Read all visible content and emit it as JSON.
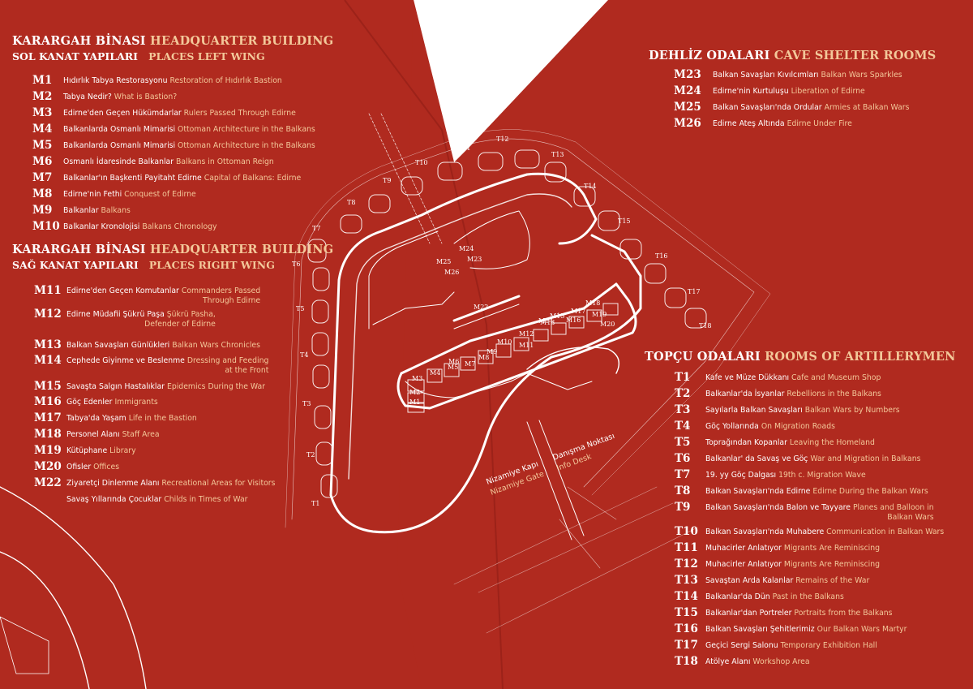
{
  "colors": {
    "background": "#b02a1f",
    "white": "#ffffff",
    "english": "#f3c89a"
  },
  "sections": {
    "left_wing": {
      "title_tr": "KARARGAH BİNASI",
      "title_en": "HEADQUARTER BUILDING",
      "sub_tr": "SOL KANAT YAPILARI",
      "sub_en": "PLACES LEFT WING",
      "items": [
        {
          "code": "M1",
          "tr": "Hıdırlık Tabya Restorasyonu",
          "en": "Restoration of Hıdırlık Bastion"
        },
        {
          "code": "M2",
          "tr": "Tabya Nedir?",
          "en": "What is Bastion?"
        },
        {
          "code": "M3",
          "tr": "Edirne'den Geçen Hükümdarlar",
          "en": "Rulers Passed Through Edirne"
        },
        {
          "code": "M4",
          "tr": "Balkanlarda Osmanlı Mimarisi",
          "en": "Ottoman Architecture in the Balkans"
        },
        {
          "code": "M5",
          "tr": "Balkanlarda Osmanlı Mimarisi",
          "en": "Ottoman Architecture in the Balkans"
        },
        {
          "code": "M6",
          "tr": "Osmanlı İdaresinde Balkanlar",
          "en": "Balkans in Ottoman Reign"
        },
        {
          "code": "M7",
          "tr": "Balkanlar'ın Başkenti Payitaht Edirne",
          "en": "Capital of Balkans: Edirne"
        },
        {
          "code": "M8",
          "tr": "Edirne'nin Fethi",
          "en": "Conquest of Edirne"
        },
        {
          "code": "M9",
          "tr": "Balkanlar",
          "en": "Balkans"
        },
        {
          "code": "M10",
          "tr": "Balkanlar Kronolojisi",
          "en": "Balkans Chronology"
        }
      ]
    },
    "right_wing": {
      "title_tr": "KARARGAH BİNASI",
      "title_en": "HEADQUARTER BUILDING",
      "sub_tr": "SAĞ KANAT YAPILARI",
      "sub_en": "PLACES RIGHT WING",
      "items": [
        {
          "code": "M11",
          "tr": "Edirne'den Geçen Komutanlar",
          "en": "Commanders Passed",
          "en2": "Through Edirne"
        },
        {
          "code": "M12",
          "tr": "Edirne Müdafii Şükrü Paşa",
          "en": "Şükrü Pasha,",
          "en2": "Defender of Edirne"
        },
        {
          "code": "M13",
          "tr": "Balkan Savaşları Günlükleri",
          "en": "Balkan Wars Chronicles"
        },
        {
          "code": "M14",
          "tr": "Cephede Giyinme ve Beslenme",
          "en": "Dressing and Feeding",
          "en2": "at the Front"
        },
        {
          "code": "M15",
          "tr": "Savaşta Salgın Hastalıklar",
          "en": "Epidemics During the War"
        },
        {
          "code": "M16",
          "tr": "Göç Edenler",
          "en": "Immigrants"
        },
        {
          "code": "M17",
          "tr": "Tabya'da Yaşam",
          "en": "Life in the Bastion"
        },
        {
          "code": "M18",
          "tr": "Personel Alanı",
          "en": "Staff Area"
        },
        {
          "code": "M19",
          "tr": "Kütüphane",
          "en": "Library"
        },
        {
          "code": "M20",
          "tr": "Ofisler",
          "en": "Offices"
        },
        {
          "code": "M22",
          "tr": "Ziyaretçi Dinlenme Alanı",
          "en": "Recreational Areas for Visitors"
        },
        {
          "code": "",
          "tr": "Savaş Yıllarında Çocuklar",
          "en": "Childs in Times of War"
        }
      ]
    },
    "cave": {
      "title_tr": "DEHLİZ ODALARI",
      "title_en": "CAVE SHELTER ROOMS",
      "items": [
        {
          "code": "M23",
          "tr": "Balkan Savaşları Kıvılcımları",
          "en": "Balkan Wars Sparkles"
        },
        {
          "code": "M24",
          "tr": "Edirne'nin Kurtuluşu",
          "en": "Liberation of Edirne"
        },
        {
          "code": "M25",
          "tr": "Balkan Savaşları'nda Ordular",
          "en": "Armies at Balkan Wars"
        },
        {
          "code": "M26",
          "tr": "Edirne Ateş Altında",
          "en": "Edirne Under Fire"
        }
      ]
    },
    "artillery": {
      "title_tr": "TOPÇU ODALARI",
      "title_en": "ROOMS OF ARTILLERYMEN",
      "items": [
        {
          "code": "T1",
          "tr": "Kafe ve Müze Dükkanı",
          "en": "Cafe and Museum Shop"
        },
        {
          "code": "T2",
          "tr": "Balkanlar'da İsyanlar",
          "en": "Rebellions in the Balkans"
        },
        {
          "code": "T3",
          "tr": "Sayılarla Balkan Savaşları",
          "en": "Balkan Wars by Numbers"
        },
        {
          "code": "T4",
          "tr": "Göç Yollarında",
          "en": "On Migration Roads"
        },
        {
          "code": "T5",
          "tr": "Toprağından Kopanlar",
          "en": "Leaving the Homeland"
        },
        {
          "code": "T6",
          "tr": "Balkanlar' da Savaş ve Göç",
          "en": "War and Migration in Balkans"
        },
        {
          "code": "T7",
          "tr": "19. yy Göç Dalgası",
          "en": "19th c. Migration Wave"
        },
        {
          "code": "T8",
          "tr": "Balkan Savaşları'nda Edirne",
          "en": "Edirne During the Balkan Wars"
        },
        {
          "code": "T9",
          "tr": "Balkan Savaşları'nda Balon ve Tayyare",
          "en": "Planes and Balloon in",
          "en2": "Balkan Wars"
        },
        {
          "code": "T10",
          "tr": "Balkan Savaşları'nda Muhabere",
          "en": "Communication in Balkan Wars"
        },
        {
          "code": "T11",
          "tr": "Muhacirler Anlatıyor",
          "en": "Migrants Are Reminiscing"
        },
        {
          "code": "T12",
          "tr": "Muhacirler Anlatıyor",
          "en": "Migrants Are Reminiscing"
        },
        {
          "code": "T13",
          "tr": "Savaştan Arda Kalanlar",
          "en": "Remains of the War"
        },
        {
          "code": "T14",
          "tr": "Balkanlar'da Dün",
          "en": "Past in the Balkans"
        },
        {
          "code": "T15",
          "tr": "Balkanlar'dan Portreler",
          "en": "Portraits from the Balkans"
        },
        {
          "code": "T16",
          "tr": "Balkan Savaşları Şehitlerimiz",
          "en": "Our Balkan Wars Martyr"
        },
        {
          "code": "T17",
          "tr": "Geçici Sergi Salonu",
          "en": "Temporary Exhibition Hall"
        },
        {
          "code": "T18",
          "tr": "Atölye Alanı",
          "en": "Workshop Area"
        }
      ]
    }
  },
  "map": {
    "gate_tr": "Nizamiye Kapı",
    "gate_en": "Nizamiye Gate",
    "info_tr": "Danışma Noktası",
    "info_en": "Info Desk",
    "labels": [
      "T1",
      "T2",
      "T3",
      "T4",
      "T5",
      "T6",
      "T7",
      "T8",
      "T9",
      "T10",
      "T11",
      "T12",
      "T13",
      "T14",
      "T15",
      "T16",
      "T17",
      "T18",
      "M1",
      "M2",
      "M3",
      "M4",
      "M5",
      "M6",
      "M7",
      "M8",
      "M9",
      "M10",
      "M11",
      "M12",
      "M13",
      "M14",
      "M15",
      "M16",
      "M17",
      "M18",
      "M19",
      "M20",
      "M22",
      "M23",
      "M24",
      "M25",
      "M26"
    ]
  }
}
